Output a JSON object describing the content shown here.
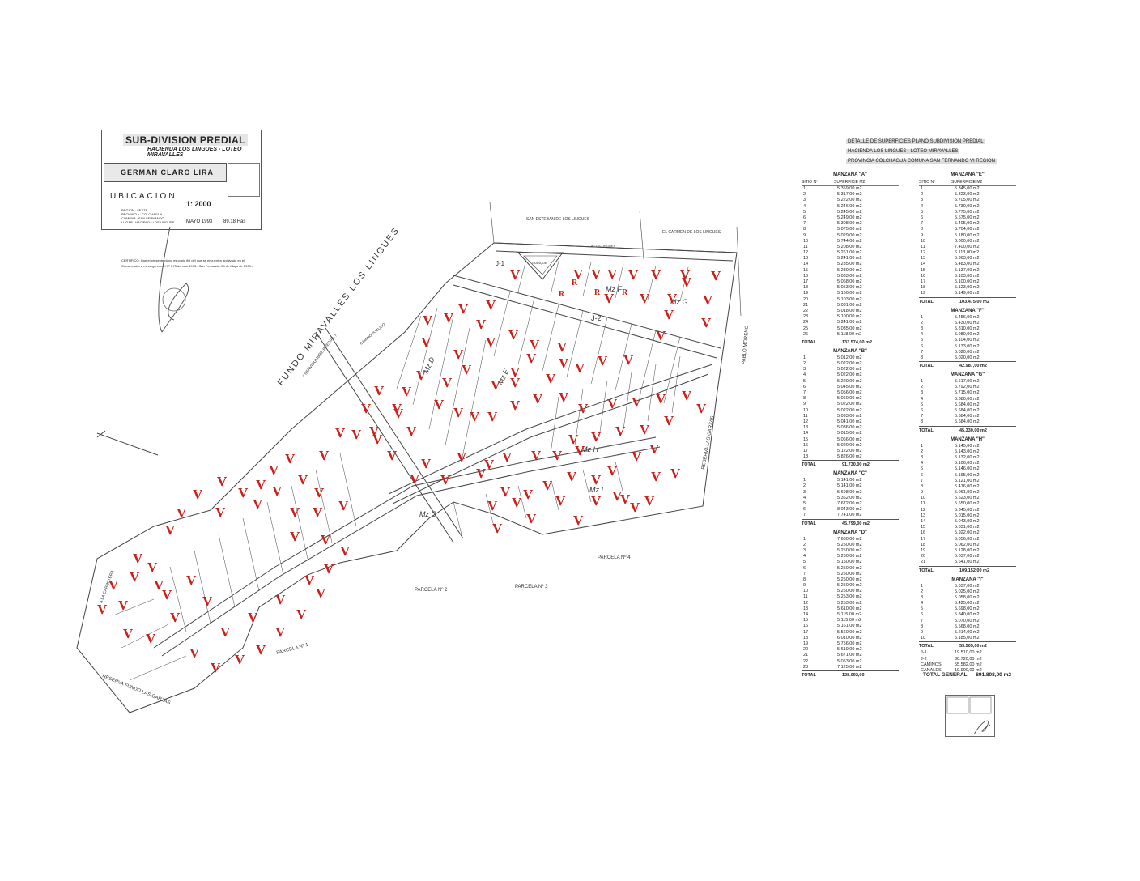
{
  "title_block": {
    "main_title": "SUB-DIVISION PREDIAL",
    "subtitle": "HACIENDA LOS LINGUES - LOTEO MIRAVALLES",
    "owner": "GERMAN CLARO LIRA",
    "ubicacion_label": "UBICACION",
    "scale": "1: 2000",
    "location_lines": [
      "REGION : SEXTA",
      "PROVINCIA : COLCHAGUA",
      "COMUNA : SAN FERNANDO",
      "LUGAR : HACIENDA LOS LINGUES"
    ],
    "date": "MAYO 1993",
    "area": "89,18 Hás"
  },
  "note": "CERTIFICO: Que el presente plano es copia fiel del que se encuentra archivado en el Conservador a mi cargo con el N° 273 del año 1993.- San Fernando, 24 de Mayo de 1993.-",
  "map": {
    "fundo_label": "FUNDO MIRAVALLES LOS LINGUES",
    "fundo_sub": "( SERVIDUMBRE PREDIAL )",
    "labels": {
      "san_esteban": "SAN ESTEBAN DE LOS LINGUES",
      "el_carmen": "EL CARMEN DE LOS LINGUES",
      "a_los_lingues": "A LOS LINGUES",
      "camino_publico": "CAMINO PUBLICO",
      "tranque": "TRANQUE",
      "j1": "J-1",
      "j2": "J-2",
      "mzf": "Mz F",
      "mzg": "Mz G",
      "mze": "Mz E",
      "mzd": "Mz D",
      "mzh": "Mz H",
      "mzc": "Mz C",
      "mzi": "Mz I",
      "parcela1": "PARCELA Nº 1",
      "parcela2": "PARCELA Nº 2",
      "parcela3": "PARCELA Nº 3",
      "parcela4": "PARCELA Nº 4",
      "pablo_moreno": "PABLO MORENO",
      "reserva_garzas": "RESERVA LAS GARZAS",
      "reserva_fundo": "RESERVA FUNDO LAS GARZAS",
      "la_carretera": "A LA CARRETERA"
    },
    "marks": {
      "v": "V",
      "r": "R"
    }
  },
  "tables": {
    "header_lines": [
      "DETALLE DE SUPERFICIES PLANO SUBDIVISION PREDIAL",
      "HACIENDA LOS LINGUES - LOTEO MIRAVALLES",
      "PROVINCIA COLCHAGUA COMUNA SAN FERNANDO VI REGION"
    ],
    "col_headers": {
      "sitio": "SITIO Nº",
      "superficie": "SUPERFICIE M2"
    },
    "left": [
      {
        "title": "MANZANA \"A\"",
        "rows": [
          [
            "1",
            "5.359,00 m2"
          ],
          [
            "2",
            "5.317,00 m2"
          ],
          [
            "3",
            "5.222,00 m2"
          ],
          [
            "4",
            "5.246,00 m2"
          ],
          [
            "5",
            "5.245,00 m2"
          ],
          [
            "6",
            "5.249,00 m2"
          ],
          [
            "7",
            "5.308,00 m2"
          ],
          [
            "8",
            "5.075,00 m2"
          ],
          [
            "9",
            "5.029,00 m2"
          ],
          [
            "10",
            "5.744,00 m2"
          ],
          [
            "11",
            "5.208,00 m2"
          ],
          [
            "12",
            "5.261,00 m2"
          ],
          [
            "13",
            "5.241,00 m2"
          ],
          [
            "14",
            "5.235,00 m2"
          ],
          [
            "15",
            "5.280,00 m2"
          ],
          [
            "16",
            "5.033,00 m2"
          ],
          [
            "17",
            "5.068,00 m2"
          ],
          [
            "18",
            "5.053,00 m2"
          ],
          [
            "19",
            "5.160,00 m2"
          ],
          [
            "20",
            "5.103,00 m2"
          ],
          [
            "21",
            "5.031,00 m2"
          ],
          [
            "22",
            "5.018,00 m2"
          ],
          [
            "23",
            "5.100,00 m2"
          ],
          [
            "24",
            "5.241,00 m2"
          ],
          [
            "25",
            "5.035,00 m2"
          ],
          [
            "26",
            "5.118,00 m2"
          ]
        ],
        "total": "133.574,00 m2"
      },
      {
        "title": "MANZANA \"B\"",
        "rows": [
          [
            "1",
            "5.012,00 m2"
          ],
          [
            "2",
            "5.022,00 m2"
          ],
          [
            "3",
            "5.022,00 m2"
          ],
          [
            "4",
            "5.022,00 m2"
          ],
          [
            "5",
            "5.220,00 m2"
          ],
          [
            "6",
            "5.045,00 m2"
          ],
          [
            "7",
            "5.056,00 m2"
          ],
          [
            "8",
            "5.060,00 m2"
          ],
          [
            "9",
            "5.022,00 m2"
          ],
          [
            "10",
            "5.022,00 m2"
          ],
          [
            "11",
            "5.093,00 m2"
          ],
          [
            "12",
            "5.041,00 m2"
          ],
          [
            "13",
            "5.036,00 m2"
          ],
          [
            "14",
            "5.015,00 m2"
          ],
          [
            "15",
            "5.066,00 m2"
          ],
          [
            "16",
            "5.020,00 m2"
          ],
          [
            "17",
            "5.122,00 m2"
          ],
          [
            "18",
            "5.826,00 m2"
          ]
        ],
        "total": "91.730,00 m2"
      },
      {
        "title": "MANZANA \"C\"",
        "rows": [
          [
            "1",
            "5.141,00 m2"
          ],
          [
            "2",
            "5.141,00 m2"
          ],
          [
            "3",
            "5.698,00 m2"
          ],
          [
            "4",
            "5.362,00 m2"
          ],
          [
            "5",
            "7.672,00 m2"
          ],
          [
            "6",
            "8.043,00 m2"
          ],
          [
            "7",
            "7.741,00 m2"
          ]
        ],
        "total": "45.799,00 m2"
      },
      {
        "title": "MANZANA \"D\"",
        "rows": [
          [
            "1",
            "7.660,00 m2"
          ],
          [
            "2",
            "5.250,00 m2"
          ],
          [
            "3",
            "5.250,00 m2"
          ],
          [
            "4",
            "5.260,00 m2"
          ],
          [
            "5",
            "5.150,00 m2"
          ],
          [
            "6",
            "5.250,00 m2"
          ],
          [
            "7",
            "5.250,00 m2"
          ],
          [
            "8",
            "5.250,00 m2"
          ],
          [
            "9",
            "5.250,00 m2"
          ],
          [
            "10",
            "5.250,00 m2"
          ],
          [
            "11",
            "5.253,00 m2"
          ],
          [
            "12",
            "5.253,00 m2"
          ],
          [
            "13",
            "5.610,00 m2"
          ],
          [
            "14",
            "5.115,00 m2"
          ],
          [
            "15",
            "5.115,00 m2"
          ],
          [
            "16",
            "5.161,00 m2"
          ],
          [
            "17",
            "5.560,00 m2"
          ],
          [
            "18",
            "6.010,00 m2"
          ],
          [
            "19",
            "5.756,00 m2"
          ],
          [
            "20",
            "5.619,00 m2"
          ],
          [
            "21",
            "5.671,00 m2"
          ],
          [
            "22",
            "5.053,00 m2"
          ],
          [
            "23",
            "7.125,00 m2"
          ]
        ],
        "total": "128.092,00"
      }
    ],
    "right": [
      {
        "title": "MANZANA \"E\"",
        "rows": [
          [
            "1",
            "5.345,00 m2"
          ],
          [
            "2",
            "5.323,00 m2"
          ],
          [
            "3",
            "5.705,00 m2"
          ],
          [
            "4",
            "5.730,00 m2"
          ],
          [
            "5",
            "5.775,00 m2"
          ],
          [
            "6",
            "5.575,00 m2"
          ],
          [
            "7",
            "5.405,00 m2"
          ],
          [
            "8",
            "5.704,00 m2"
          ],
          [
            "9",
            "5.180,00 m2"
          ],
          [
            "10",
            "6.000,00 m2"
          ],
          [
            "11",
            "7.400,00 m2"
          ],
          [
            "12",
            "6.113,00 m2"
          ],
          [
            "13",
            "5.363,00 m2"
          ],
          [
            "14",
            "5.483,00 m2"
          ],
          [
            "15",
            "5.137,00 m2"
          ],
          [
            "16",
            "5.103,00 m2"
          ],
          [
            "17",
            "5.100,00 m2"
          ],
          [
            "18",
            "5.123,00 m2"
          ],
          [
            "19",
            "5.149,00 m2"
          ]
        ],
        "total": "103.475,00 m2"
      },
      {
        "title": "MANZANA \"F\"",
        "rows": [
          [
            "1",
            "5.456,00 m2"
          ],
          [
            "2",
            "5.430,00 m2"
          ],
          [
            "3",
            "5.810,00 m2"
          ],
          [
            "4",
            "5.980,00 m2"
          ],
          [
            "5",
            "5.104,00 m2"
          ],
          [
            "6",
            "5.133,00 m2"
          ],
          [
            "7",
            "5.020,00 m2"
          ],
          [
            "8",
            "5.020,00 m2"
          ]
        ],
        "total": "42.987,00 m2"
      },
      {
        "title": "MANZANA \"G\"",
        "rows": [
          [
            "1",
            "5.617,00 m2"
          ],
          [
            "2",
            "5.792,00 m2"
          ],
          [
            "3",
            "5.715,00 m2"
          ],
          [
            "4",
            "5.880,00 m2"
          ],
          [
            "5",
            "5.684,00 m2"
          ],
          [
            "6",
            "5.684,00 m2"
          ],
          [
            "7",
            "5.684,00 m2"
          ],
          [
            "8",
            "5.684,00 m2"
          ]
        ],
        "total": "45.330,00 m2"
      },
      {
        "title": "MANZANA \"H\"",
        "rows": [
          [
            "1",
            "5.145,00 m2"
          ],
          [
            "2",
            "5.143,00 m2"
          ],
          [
            "3",
            "5.132,00 m2"
          ],
          [
            "4",
            "5.106,00 m2"
          ],
          [
            "5",
            "5.146,00 m2"
          ],
          [
            "6",
            "5.165,00 m2"
          ],
          [
            "7",
            "5.121,00 m2"
          ],
          [
            "8",
            "5.476,00 m2"
          ],
          [
            "9",
            "5.061,00 m2"
          ],
          [
            "10",
            "5.623,00 m2"
          ],
          [
            "11",
            "5.650,00 m2"
          ],
          [
            "12",
            "5.345,00 m2"
          ],
          [
            "13",
            "5.015,00 m2"
          ],
          [
            "14",
            "5.043,00 m2"
          ],
          [
            "15",
            "5.031,00 m2"
          ],
          [
            "16",
            "5.922,00 m2"
          ],
          [
            "17",
            "5.056,00 m2"
          ],
          [
            "18",
            "5.062,00 m2"
          ],
          [
            "19",
            "5.128,00 m2"
          ],
          [
            "20",
            "5.037,00 m2"
          ],
          [
            "21",
            "5.641,00 m2"
          ]
        ],
        "total": "109.152,00 m2"
      },
      {
        "title": "MANZANA \"I\"",
        "rows": [
          [
            "1",
            "5.037,00 m2"
          ],
          [
            "2",
            "5.025,00 m2"
          ],
          [
            "3",
            "5.058,00 m2"
          ],
          [
            "4",
            "5.425,00 m2"
          ],
          [
            "5",
            "5.698,00 m2"
          ],
          [
            "6",
            "5.840,00 m2"
          ],
          [
            "7",
            "5.070,00 m2"
          ],
          [
            "8",
            "5.568,00 m2"
          ],
          [
            "9",
            "5.214,00 m2"
          ],
          [
            "10",
            "5.185,00 m2"
          ]
        ],
        "total": "53.505,00 m2"
      }
    ],
    "extras": [
      [
        "J-1",
        "19.510,00 m2"
      ],
      [
        "J-2",
        "30.720,00 m2"
      ],
      [
        "CAMINOS",
        "55.582,00 m2"
      ],
      [
        "CANALES",
        "19.900,00 m2"
      ]
    ],
    "total_label": "TOTAL",
    "grand_label": "TOTAL GENERAL",
    "grand_value": "891.808,00 m2"
  },
  "colors": {
    "v_mark": "#cc1f1a",
    "line": "#444444"
  }
}
